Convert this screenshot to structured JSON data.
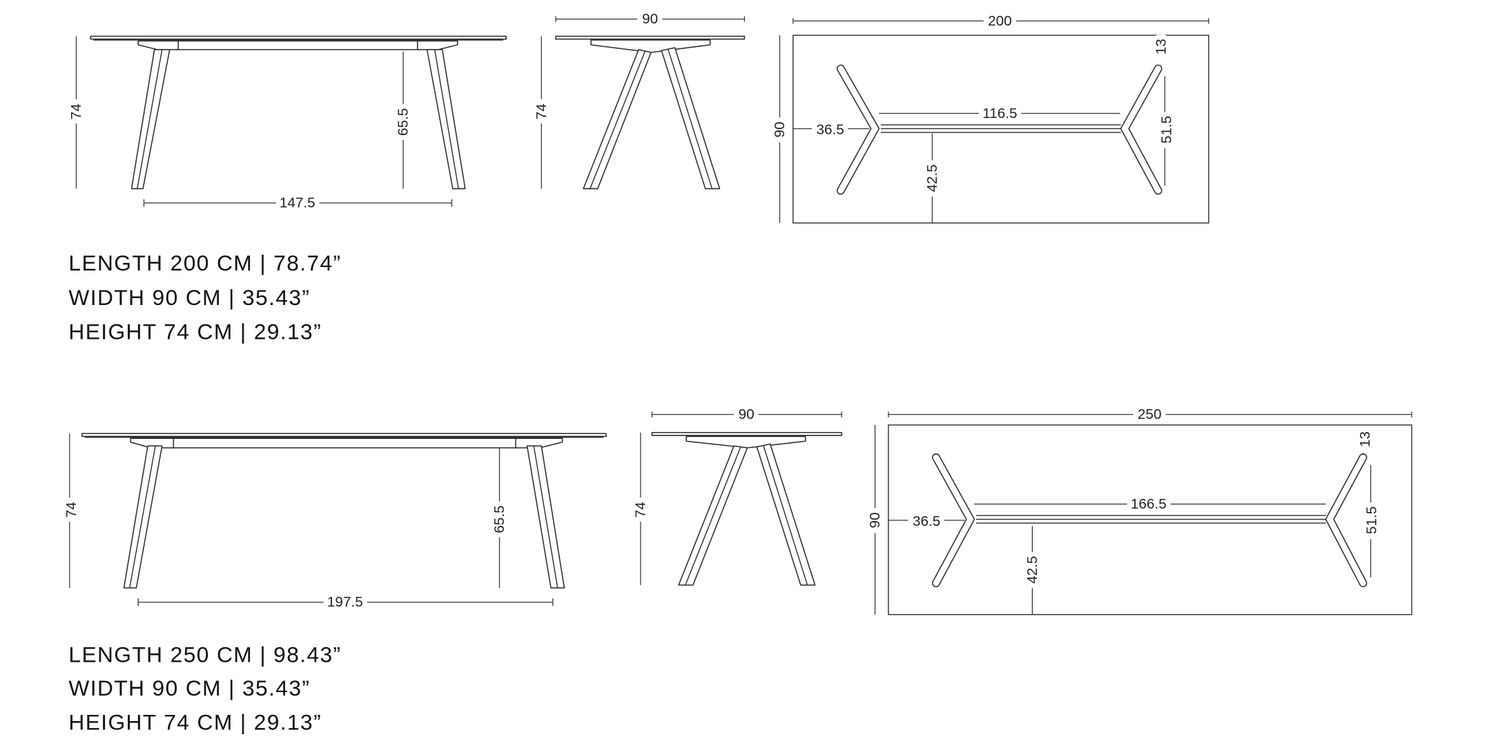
{
  "sections": [
    {
      "side_view": {
        "height": "74",
        "leg_height": "65.5",
        "leg_span": "147.5"
      },
      "end_view": {
        "width": "90",
        "height": "74"
      },
      "plan_view": {
        "length": "200",
        "width": "90",
        "edge_offset": "36.5",
        "stretcher": "116.5",
        "center_offset": "42.5",
        "foot_span": "51.5",
        "foot_inset": "13"
      },
      "specs": [
        "LENGTH 200 CM | 78.74”",
        "WIDTH 90 CM | 35.43”",
        "HEIGHT 74 CM | 29.13”"
      ]
    },
    {
      "side_view": {
        "height": "74",
        "leg_height": "65.5",
        "leg_span": "197.5"
      },
      "end_view": {
        "width": "90",
        "height": "74"
      },
      "plan_view": {
        "length": "250",
        "width": "90",
        "edge_offset": "36.5",
        "stretcher": "166.5",
        "center_offset": "42.5",
        "foot_span": "51.5",
        "foot_inset": "13"
      },
      "specs": [
        "LENGTH 250 CM | 98.43”",
        "WIDTH 90 CM | 35.43”",
        "HEIGHT 74 CM | 29.13”"
      ]
    }
  ]
}
